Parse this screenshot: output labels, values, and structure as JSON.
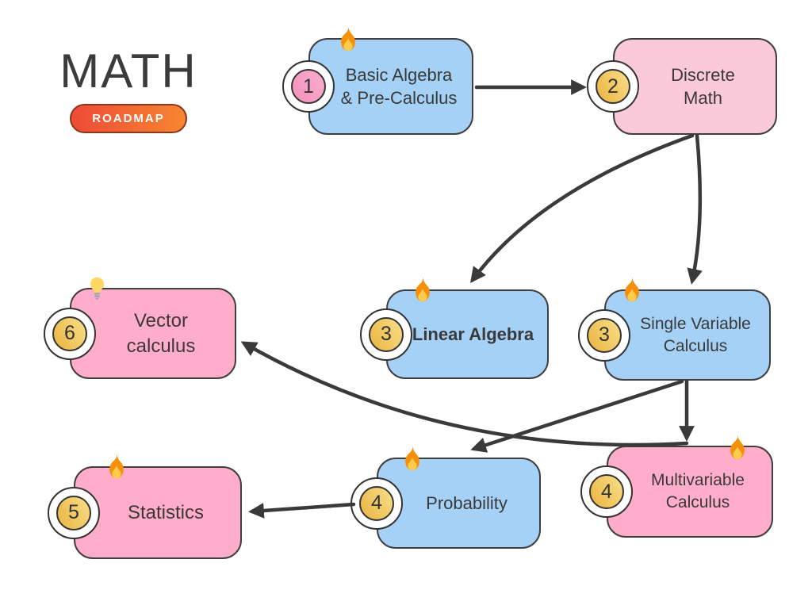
{
  "logo": {
    "title": "MATH",
    "badge": "ROADMAP",
    "badge_gradient_start": "#ee4b36",
    "badge_gradient_end": "#f68631"
  },
  "colors": {
    "blue_node": "#a5d1f6",
    "pink_node": "#ffadcb",
    "pink_node_light": "#fac9da",
    "node_border": "#3f3f3f",
    "arrow": "#3a3a3a",
    "badge_gold_dark": "#eab440",
    "badge_gold_light": "#f8df8a",
    "badge_pink": "#f590bb",
    "text": "#3b3b3b"
  },
  "nodes": [
    {
      "id": "basic-algebra",
      "step": "1",
      "line1": "Basic Algebra",
      "line2": "& Pre-Calculus",
      "color": "blue",
      "icon": "fire"
    },
    {
      "id": "discrete-math",
      "step": "2",
      "line1": "Discrete",
      "line2": "Math",
      "color": "pink-light",
      "icon": ""
    },
    {
      "id": "linear-algebra",
      "step": "3",
      "line1": "Linear Algebra",
      "line2": "",
      "color": "blue",
      "icon": "fire"
    },
    {
      "id": "single-variable-calculus",
      "step": "3",
      "line1": "Single Variable",
      "line2": "Calculus",
      "color": "blue",
      "icon": "fire"
    },
    {
      "id": "vector-calculus",
      "step": "6",
      "line1": "Vector",
      "line2": "calculus",
      "color": "pink",
      "icon": "bulb"
    },
    {
      "id": "probability",
      "step": "4",
      "line1": "Probability",
      "line2": "",
      "color": "blue",
      "icon": "fire"
    },
    {
      "id": "multivariable-calculus",
      "step": "4",
      "line1": "Multivariable",
      "line2": "Calculus",
      "color": "pink",
      "icon": "fire"
    },
    {
      "id": "statistics",
      "step": "5",
      "line1": "Statistics",
      "line2": "",
      "color": "pink",
      "icon": "fire"
    }
  ],
  "edges": [
    {
      "from": "basic-algebra",
      "to": "discrete-math"
    },
    {
      "from": "discrete-math",
      "to": "linear-algebra"
    },
    {
      "from": "discrete-math",
      "to": "single-variable-calculus"
    },
    {
      "from": "single-variable-calculus",
      "to": "multivariable-calculus"
    },
    {
      "from": "single-variable-calculus",
      "to": "probability"
    },
    {
      "from": "multivariable-calculus",
      "to": "vector-calculus"
    },
    {
      "from": "probability",
      "to": "statistics"
    }
  ]
}
